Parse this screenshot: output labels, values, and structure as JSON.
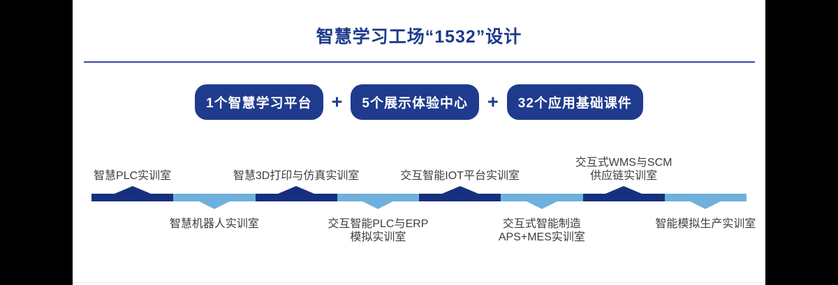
{
  "title": "智慧学习工场“1532”设计",
  "summary": {
    "separator": "+",
    "items": [
      {
        "label": "1个智慧学习平台"
      },
      {
        "label": "5个展示体验中心"
      },
      {
        "label": "32个应用基础课件"
      }
    ]
  },
  "timeline": {
    "rooms": [
      {
        "label": "智慧PLC实训室",
        "side": "top"
      },
      {
        "label": "智慧机器人实训室",
        "side": "bottom"
      },
      {
        "label": "智慧3D打印与仿真实训室",
        "side": "top"
      },
      {
        "label": "交互智能PLC与ERP\n模拟实训室",
        "side": "bottom"
      },
      {
        "label": "交互智能IOT平台实训室",
        "side": "top"
      },
      {
        "label": "交互式智能制造\nAPS+MES实训室",
        "side": "bottom"
      },
      {
        "label": "交互式WMS与SCM\n供应链实训室",
        "side": "top"
      },
      {
        "label": "智能模拟生产实训室",
        "side": "bottom"
      }
    ]
  },
  "colors": {
    "title": "#1E3A8C",
    "divider": "#3E44A8",
    "pill_bg": "#1F3B8E",
    "pill_text": "#FFFFFF",
    "plus": "#1F3B8E",
    "segment_dark": "#16307E",
    "segment_light": "#6FB0DC",
    "label_text": "#3D3D3D"
  }
}
